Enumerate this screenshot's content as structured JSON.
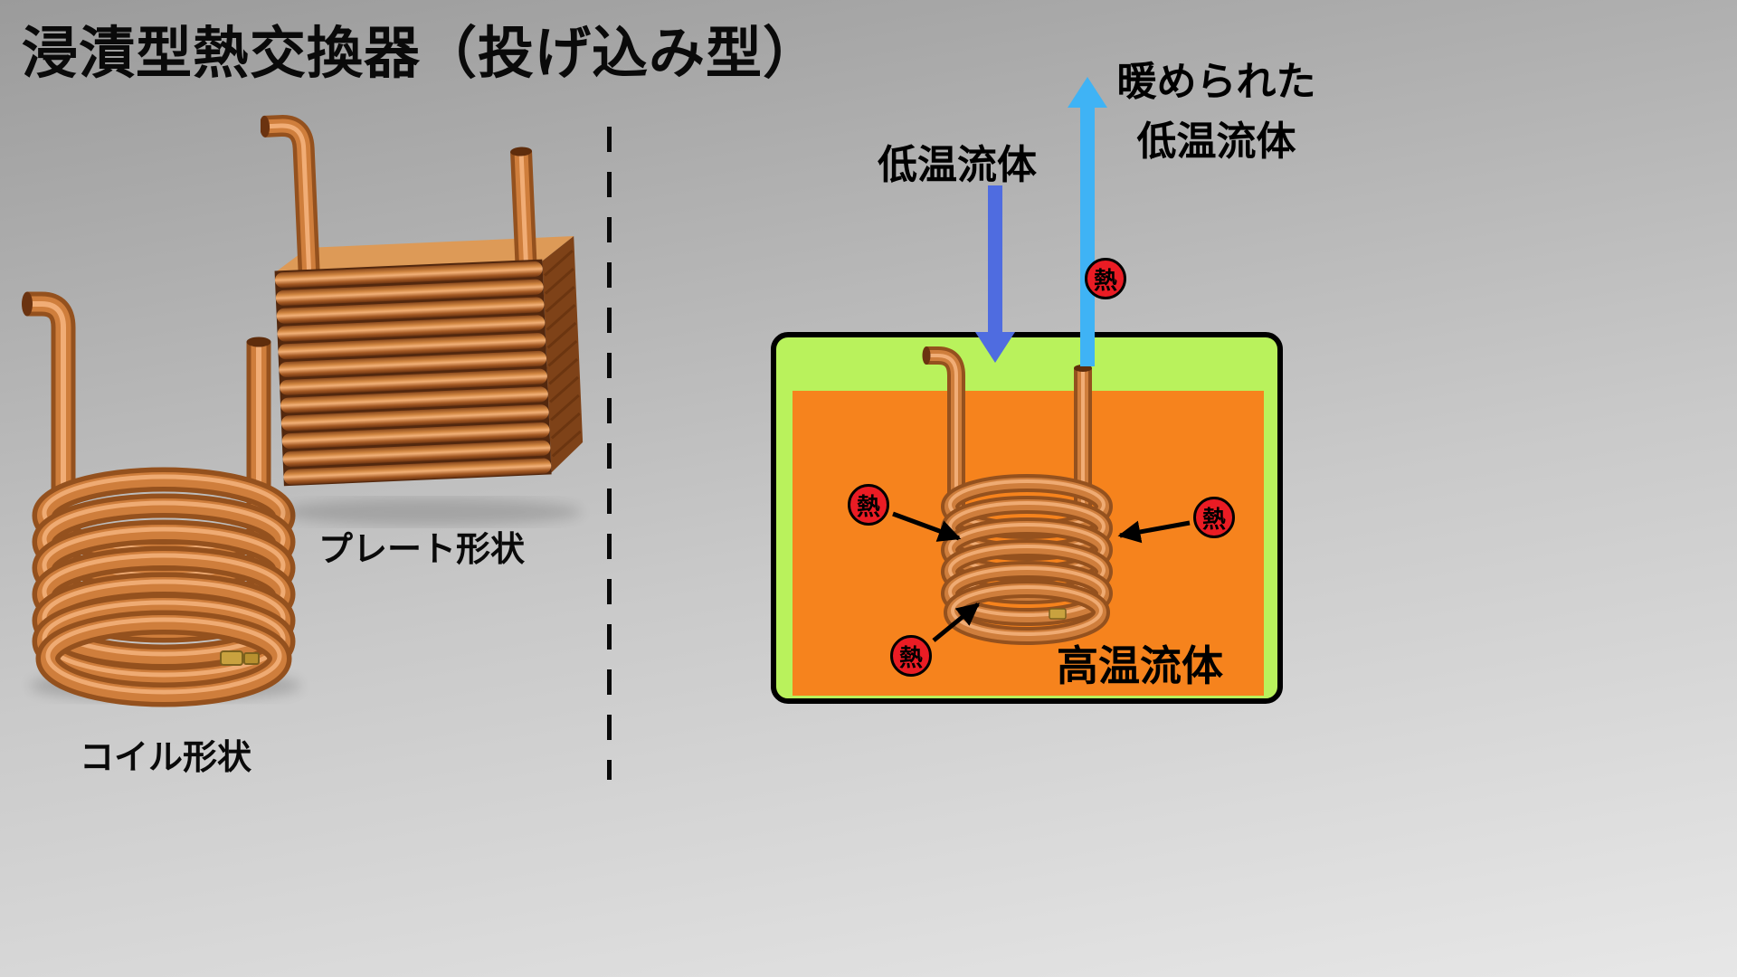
{
  "title": "浸漬型熱交換器（投げ込み型）",
  "photos": {
    "coil_label": "コイル形状",
    "plate_label": "プレート形状"
  },
  "diagram": {
    "cold_fluid_label": "低温流体",
    "warmed_fluid_label_line1": "暖められた",
    "warmed_fluid_label_line2": "低温流体",
    "hot_fluid_label": "高温流体",
    "heat_label": "熱"
  },
  "colors": {
    "background_top": "#9b9b9b",
    "background_bottom": "#e7e7e7",
    "copper_base": "#94511e",
    "copper_mid": "#cf7e3c",
    "copper_highlight": "#f4b37c",
    "tank_green": "#b9f25c",
    "hot_fluid_orange": "#f6831d",
    "cold_arrow_blue": "#4f6ce0",
    "warmed_arrow_blue": "#3fb3f5",
    "heat_badge_red": "#ea1c24"
  }
}
